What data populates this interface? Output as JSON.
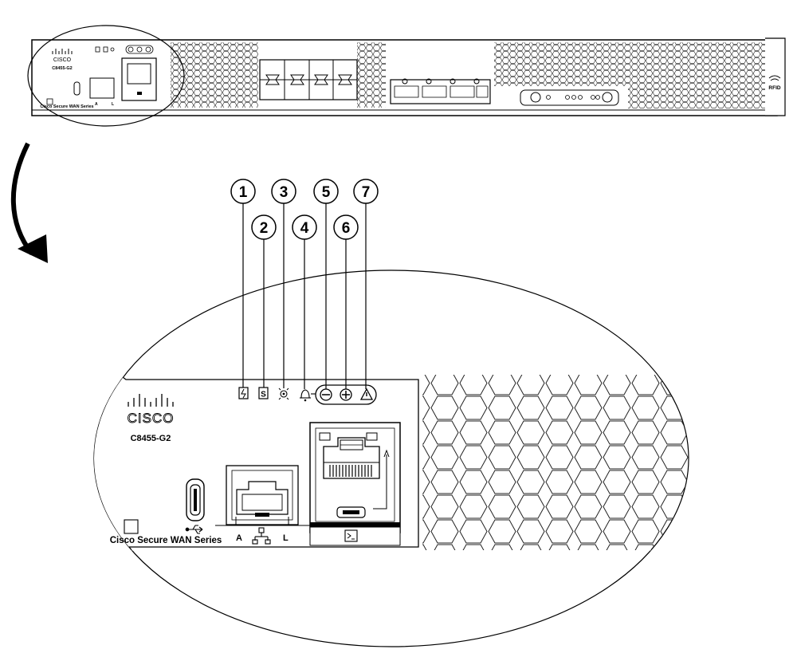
{
  "callouts": [
    "1",
    "2",
    "3",
    "4",
    "5",
    "6",
    "7"
  ],
  "brand": {
    "logo_text": "CISCO",
    "model": "C8455-G2",
    "series": "Cisco Secure WAN Series"
  },
  "overview": {
    "model": "C8455-G2",
    "series": "Cisco Secure WAN Series",
    "rfid": "RFID",
    "port_label_a": "A",
    "port_label_l": "L"
  },
  "mgmt_port": {
    "label_a": "A",
    "label_l": "L"
  },
  "icons": {
    "led1": "power-status-icon",
    "led2": "system-status-icon",
    "led3": "locator-icon",
    "led4": "alarm-bell-icon",
    "led5": "minor-alarm-icon",
    "led6": "major-alarm-icon",
    "led7": "critical-alarm-icon",
    "usb": "usb-icon",
    "network": "network-icon",
    "console": "console-icon"
  },
  "colors": {
    "line": "#000000",
    "background": "#ffffff"
  }
}
